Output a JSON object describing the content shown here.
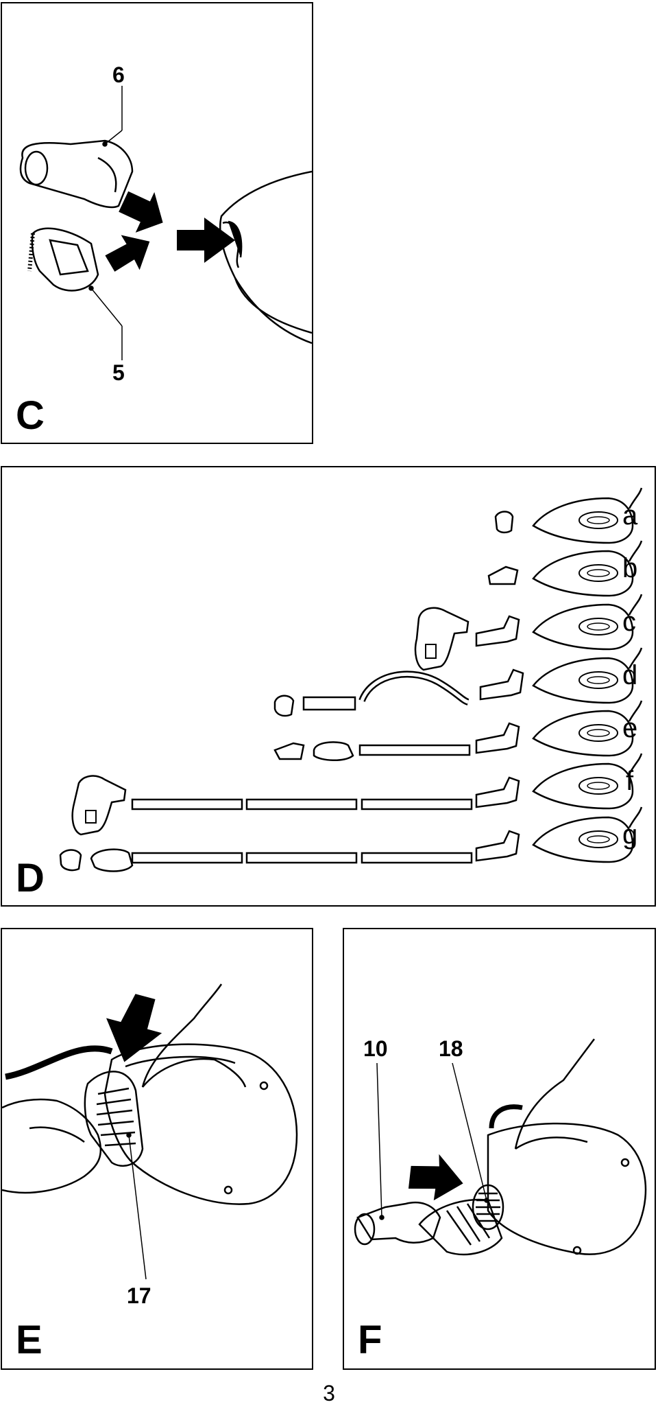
{
  "panels": {
    "c": {
      "letter": "C",
      "callouts": [
        "6",
        "5"
      ]
    },
    "d": {
      "letter": "D",
      "rows": [
        "a",
        "b",
        "c",
        "d",
        "e",
        "f",
        "g"
      ]
    },
    "e": {
      "letter": "E",
      "callouts": [
        "17"
      ]
    },
    "f": {
      "letter": "F",
      "callouts": [
        "10",
        "18"
      ]
    }
  },
  "page_number": "3"
}
